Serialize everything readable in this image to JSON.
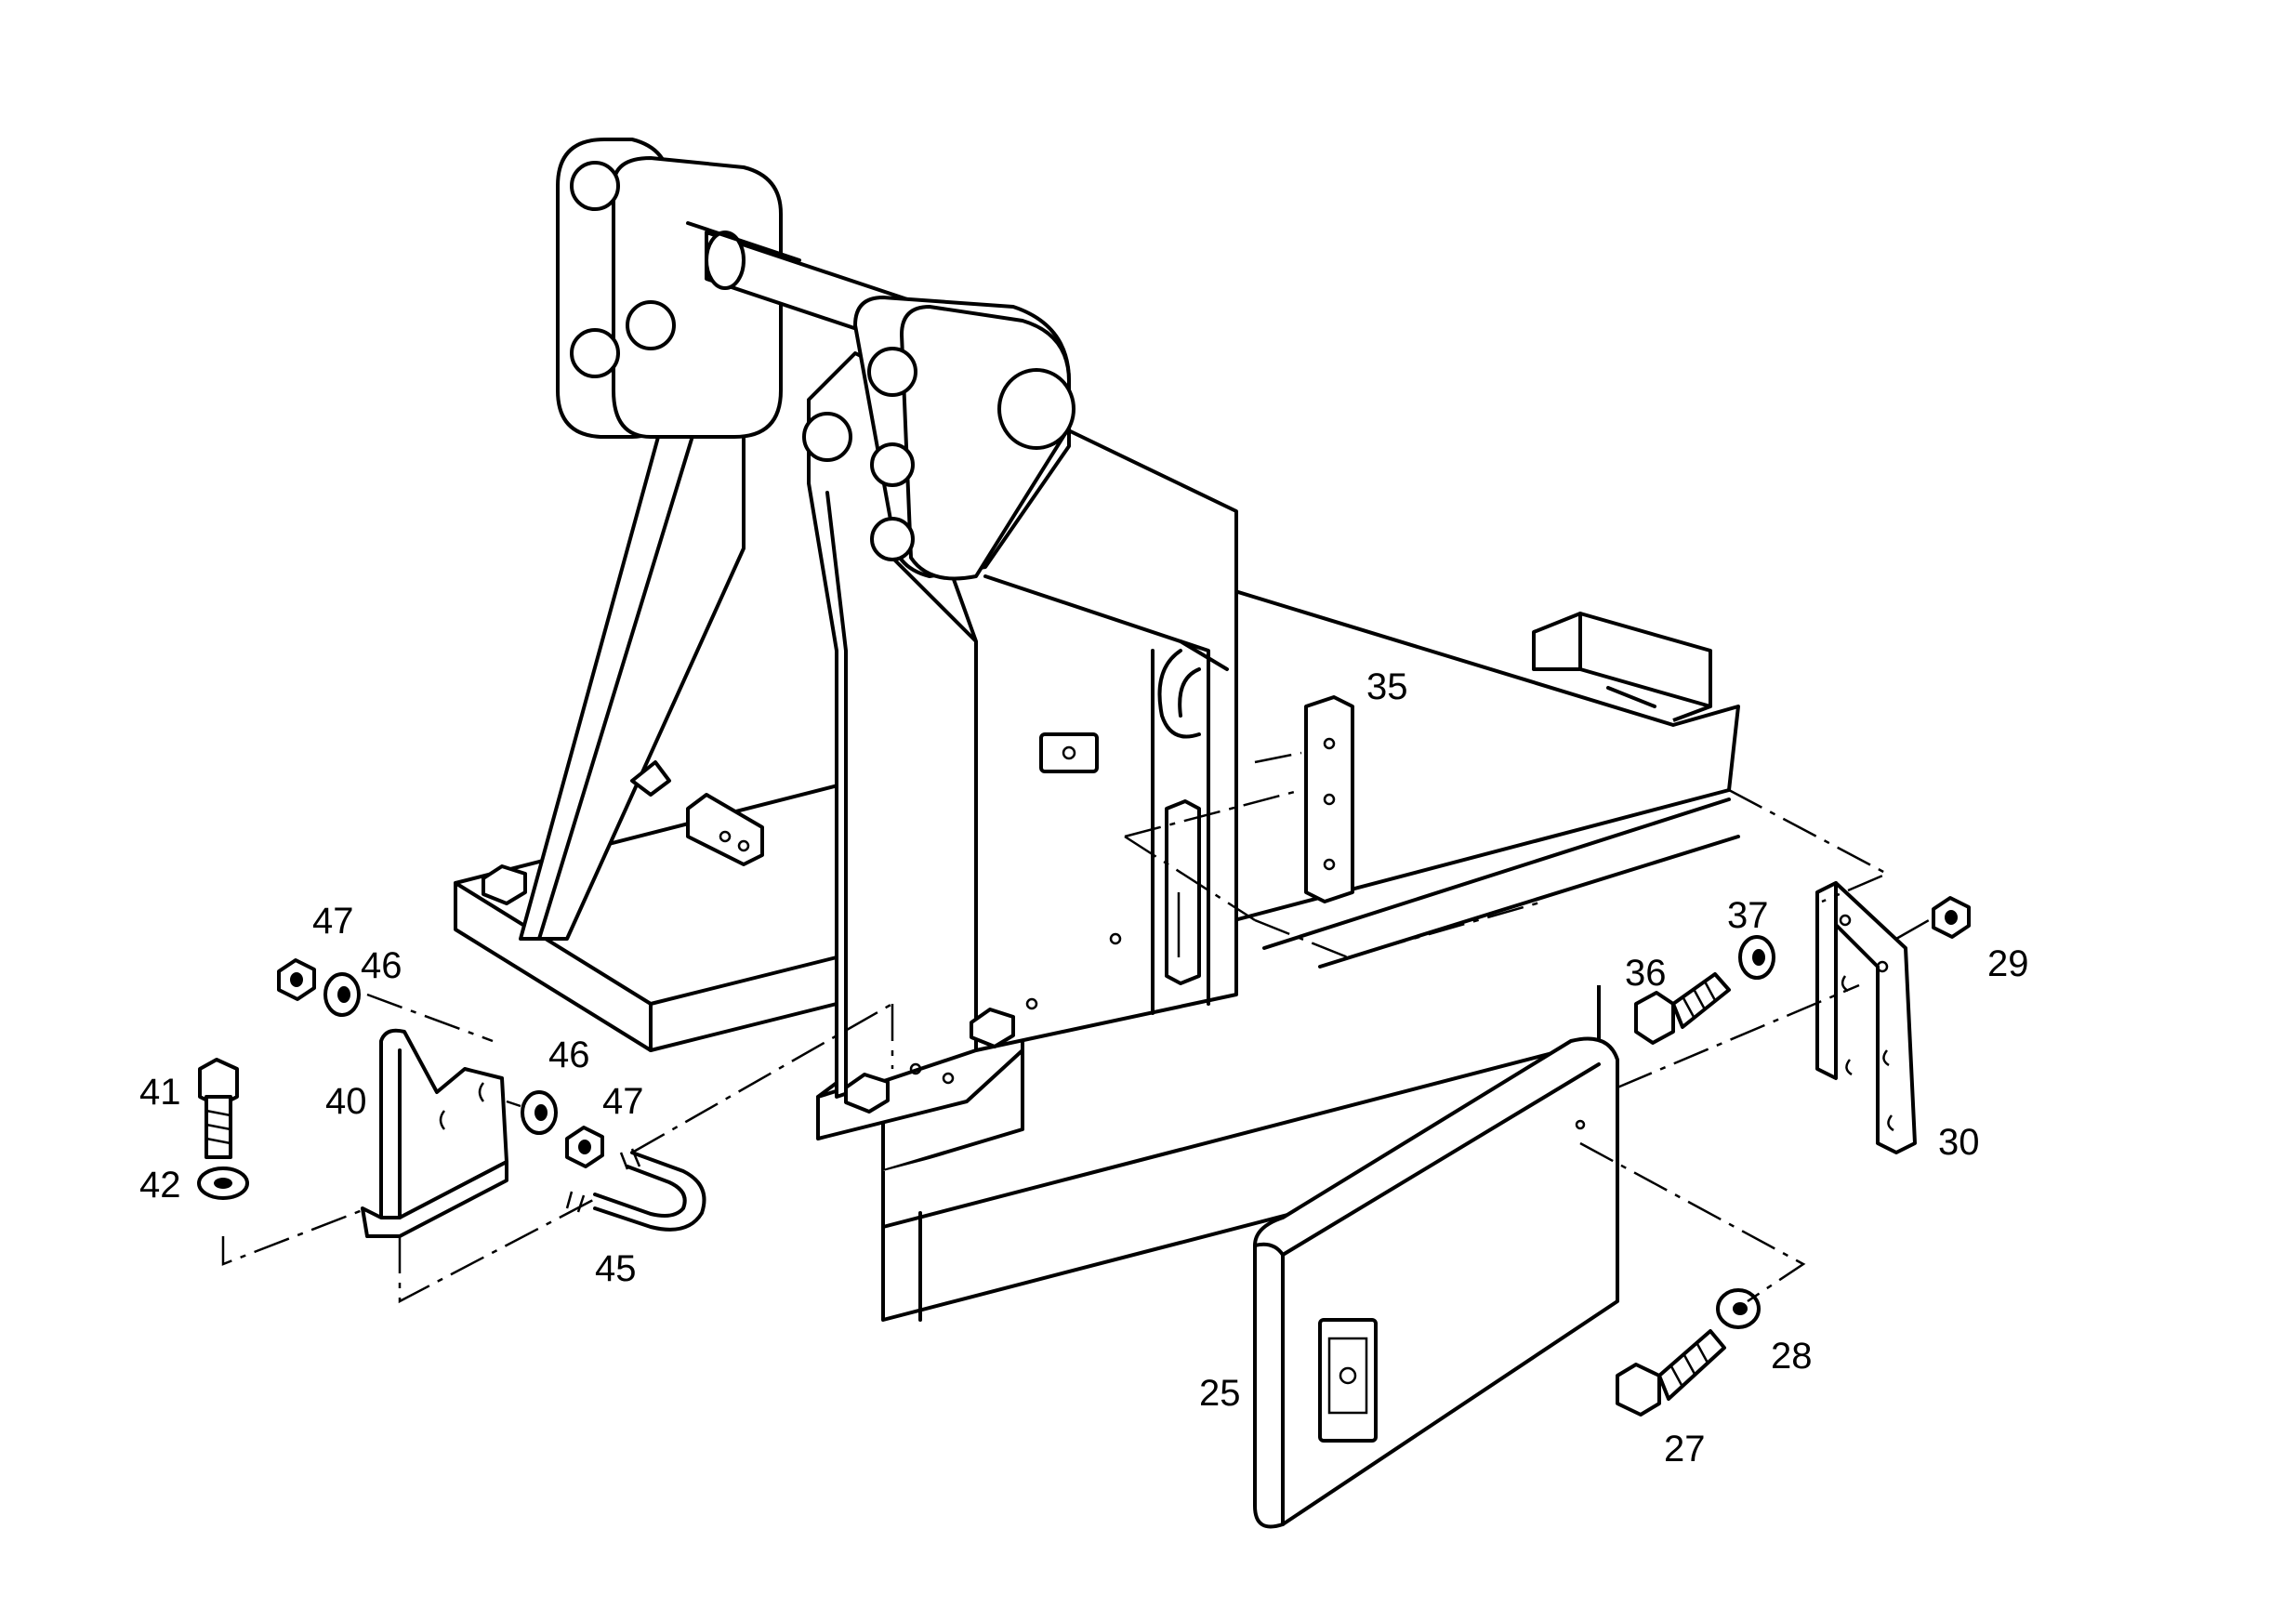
{
  "callouts": [
    {
      "id": "c35",
      "label": "35"
    },
    {
      "id": "c37",
      "label": "37"
    },
    {
      "id": "c36",
      "label": "36"
    },
    {
      "id": "c29",
      "label": "29"
    },
    {
      "id": "c30",
      "label": "30"
    },
    {
      "id": "c47a",
      "label": "47"
    },
    {
      "id": "c46a",
      "label": "46"
    },
    {
      "id": "c41",
      "label": "41"
    },
    {
      "id": "c40",
      "label": "40"
    },
    {
      "id": "c46b",
      "label": "46"
    },
    {
      "id": "c47b",
      "label": "47"
    },
    {
      "id": "c42",
      "label": "42"
    },
    {
      "id": "c45",
      "label": "45"
    },
    {
      "id": "c25",
      "label": "25"
    },
    {
      "id": "c27",
      "label": "27"
    },
    {
      "id": "c28",
      "label": "28"
    }
  ]
}
